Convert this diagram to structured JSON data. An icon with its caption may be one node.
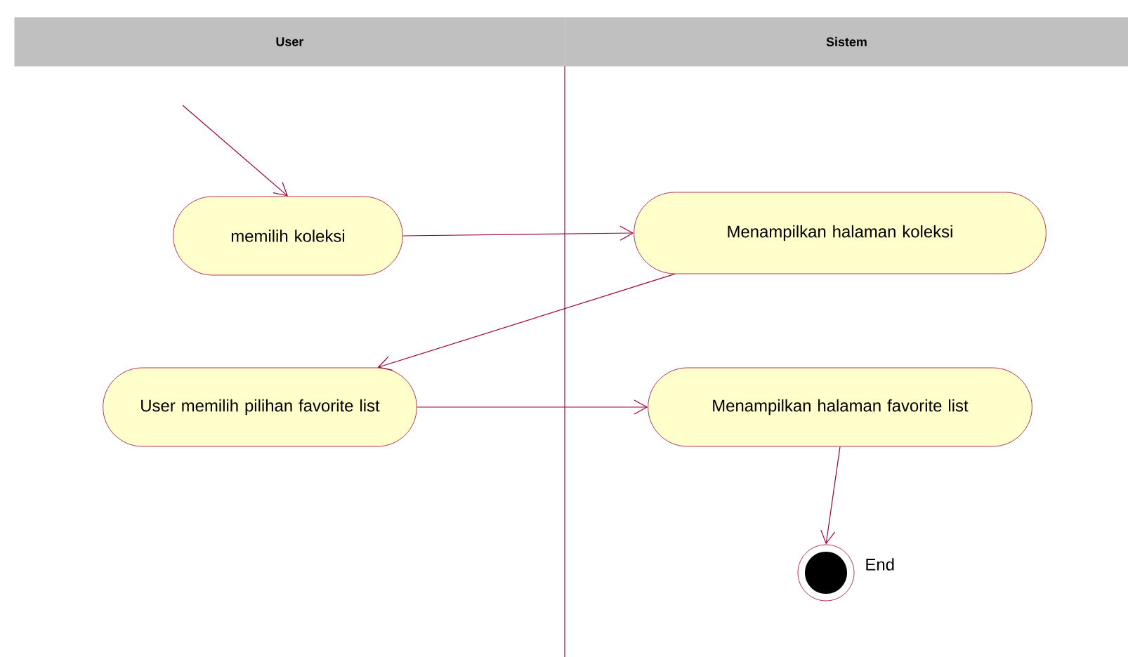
{
  "diagram": {
    "nodes": [
      {
        "text": [
          "User"
        ]
      },
      {
        "text": [
          "Sistem"
        ]
      },
      {
        "text": [
          "memilih koleksi"
        ]
      },
      {
        "text": [
          "Menampilkan halaman koleksi"
        ]
      },
      {
        "text": [
          "User memilih pilihan favorite list"
        ]
      },
      {
        "text": [
          "Menampilkan halaman favorite list"
        ]
      },
      {
        "text": [],
        "shape": "circle",
        "beside": [
          "End"
        ]
      }
    ],
    "edges": [
      {
        "from": null,
        "to": 2,
        "arrow": "to"
      },
      {
        "from": 2,
        "to": 3,
        "arrow": "to"
      },
      {
        "from": 3,
        "to": 4,
        "arrow": "to"
      },
      {
        "from": 4,
        "to": 5,
        "arrow": "to"
      },
      {
        "from": 5,
        "to": 6,
        "arrow": "to"
      }
    ]
  }
}
